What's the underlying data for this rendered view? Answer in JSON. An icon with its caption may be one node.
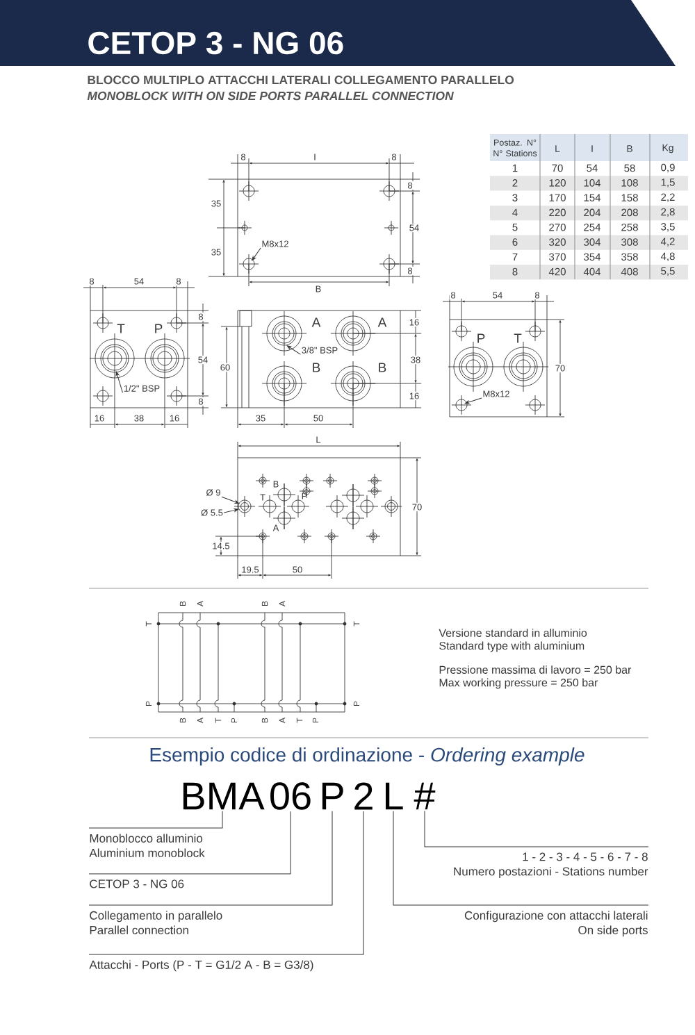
{
  "diagram": {
    "title": "CETOP 3 - NG 06",
    "nodes": [
      {
        "text": [
          "M8x12"
        ]
      },
      {
        "text": [
          "1/2\" BSP"
        ]
      },
      {
        "text": [
          "3/8\" BSP"
        ]
      },
      {
        "text": [
          "M8x12"
        ]
      },
      {
        "text": [
          "Ø 9"
        ]
      },
      {
        "text": [
          "Ø 5.5"
        ]
      },
      {
        "text": [
          "BMA"
        ]
      },
      {
        "text": [
          "06"
        ]
      },
      {
        "text": [
          "P"
        ]
      },
      {
        "text": [
          "2"
        ]
      },
      {
        "text": [
          "L"
        ]
      },
      {
        "text": [
          "#"
        ]
      },
      {
        "text": [
          "Monoblocco alluminio",
          "Aluminium monoblock"
        ]
      },
      {
        "text": [
          "1 - 2 - 3 - 4 - 5 - 6 - 7 - 8",
          "Numero postazioni - Stations number"
        ]
      },
      {
        "text": [
          "CETOP 3 - NG 06"
        ]
      },
      {
        "text": [
          "Collegamento in parallelo",
          "Parallel connection"
        ]
      },
      {
        "text": [
          "Configurazione con attacchi laterali",
          "On side ports"
        ]
      },
      {
        "text": [
          "Attacchi - Ports (P - T = G1/2 A - B = G3/8)"
        ]
      }
    ],
    "edges": [
      {
        "from": 0,
        "to": null,
        "arrow": "to"
      },
      {
        "from": 1,
        "to": null,
        "arrow": "to"
      },
      {
        "from": 2,
        "to": null,
        "arrow": "to"
      },
      {
        "from": 3,
        "to": null,
        "arrow": "to"
      },
      {
        "from": 4,
        "to": null,
        "arrow": "to"
      },
      {
        "from": 5,
        "to": null,
        "arrow": "to"
      },
      {
        "from": 6,
        "to": 12,
        "arrow": "none"
      },
      {
        "from": 7,
        "to": 14,
        "arrow": "none"
      },
      {
        "from": 8,
        "to": 15,
        "arrow": "none"
      },
      {
        "from": 9,
        "to": 17,
        "arrow": "none"
      },
      {
        "from": 10,
        "to": 16,
        "arrow": "none"
      },
      {
        "from": 11,
        "to": 13,
        "arrow": "none"
      }
    ],
    "labels": [
      "BLOCCO MULTIPLO ATTACCHI LATERALI COLLEGAMENTO PARALLELO",
      "MONOBLOCK WITH ON SIDE PORTS PARALLEL CONNECTION",
      "8",
      "I",
      "8",
      "8",
      "35",
      "54",
      "35",
      "8",
      "B",
      "Postaz. N° N° Stations",
      "L",
      "I",
      "B",
      "Kg",
      "1",
      "70",
      "54",
      "58",
      "0,9",
      "2",
      "120",
      "104",
      "108",
      "1,5",
      "3",
      "170",
      "154",
      "158",
      "2,2",
      "4",
      "220",
      "204",
      "208",
      "2,8",
      "5",
      "270",
      "254",
      "258",
      "3,5",
      "6",
      "320",
      "304",
      "308",
      "4,2",
      "7",
      "370",
      "354",
      "358",
      "4,8",
      "8",
      "420",
      "404",
      "408",
      "5,5",
      "8",
      "54",
      "8",
      "8",
      "T",
      "P",
      "54",
      "8",
      "16",
      "38",
      "16",
      "A",
      "A",
      "16",
      "60",
      "38",
      "B",
      "B",
      "16",
      "35",
      "50",
      "8",
      "54",
      "8",
      "P",
      "T",
      "70",
      "L",
      "B",
      "T",
      "P",
      "70",
      "A",
      "14.5",
      "19.5",
      "50",
      "B",
      "A",
      "B",
      "A",
      "T",
      "T",
      "P",
      "P",
      "B",
      "A",
      "T",
      "P",
      "B",
      "A",
      "T",
      "P",
      "Versione standard in alluminio",
      "Standard type with aluminium",
      "Pressione massima di lavoro = 250 bar",
      "Max working pressure = 250 bar",
      "Esempio codice di ordinazione - *Ordering example*"
    ]
  }
}
